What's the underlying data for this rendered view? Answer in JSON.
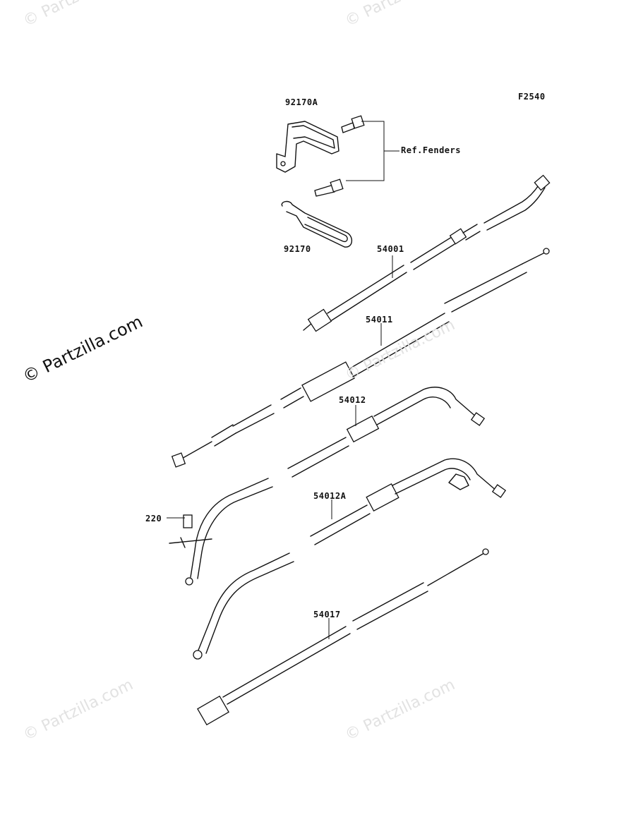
{
  "figure_code": "F2540",
  "reference_note": "Ref.Fenders",
  "part_labels": {
    "p92170A": "92170A",
    "p92170": "92170",
    "p54001": "54001",
    "p54011": "54011",
    "p54012": "54012",
    "p54012A": "54012A",
    "p220": "220",
    "p54017": "54017"
  },
  "watermarks": {
    "main": "© Partzilla.com",
    "faint": "© Partzilla.com"
  }
}
